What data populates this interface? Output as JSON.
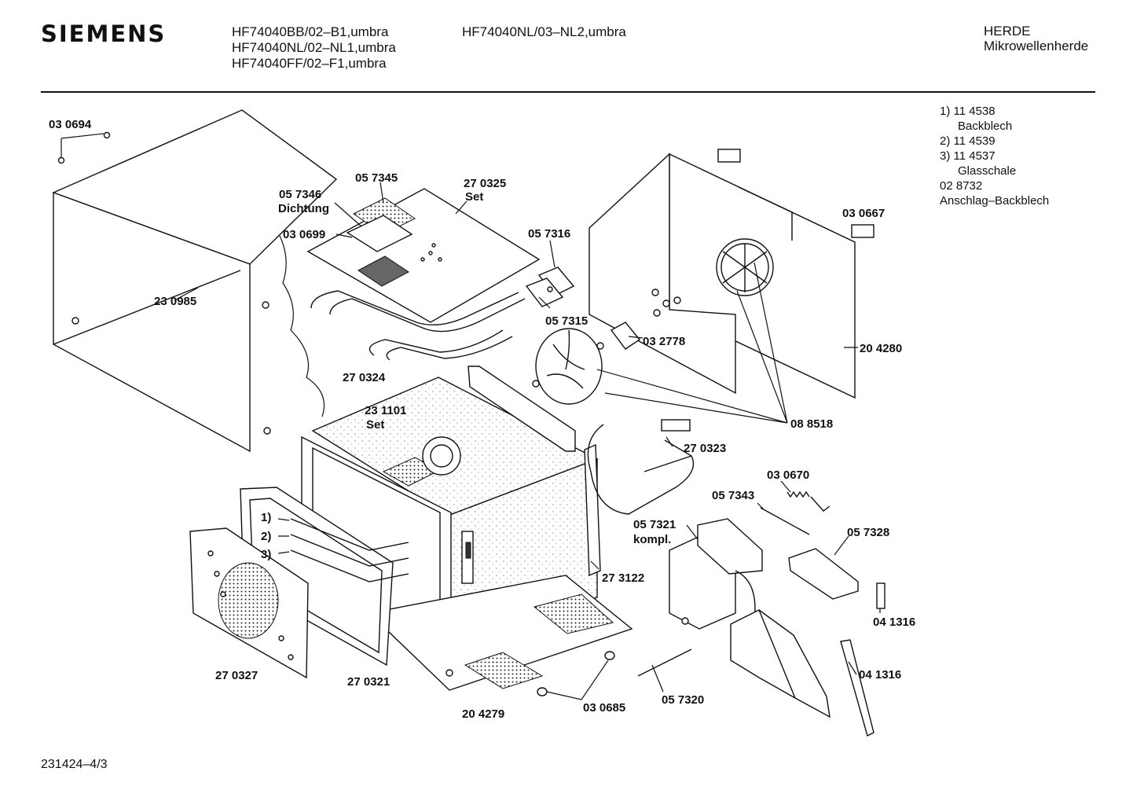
{
  "header": {
    "brand": "SIEMENS",
    "models_col1": [
      "HF74040BB/02–B1,umbra",
      "HF74040NL/02–NL1,umbra",
      "HF74040FF/02–F1,umbra"
    ],
    "models_col2": [
      "HF74040NL/03–NL2,umbra"
    ],
    "category": [
      "HERDE",
      "Mikrowellenherde"
    ]
  },
  "notes": [
    {
      "text": "1)  11 4538",
      "indent": false
    },
    {
      "text": "Backblech",
      "indent": true
    },
    {
      "text": "2)  11 4539",
      "indent": false
    },
    {
      "text": "3)  11 4537",
      "indent": false
    },
    {
      "text": "Glasschale",
      "indent": true
    },
    {
      "text": "02 8732",
      "indent": false
    },
    {
      "text": "Anschlag–Backblech",
      "indent": false
    }
  ],
  "labels": {
    "p030694": "03 0694",
    "p230985": "23 0985",
    "p057346": "05 7346",
    "dichtung": "Dichtung",
    "p030699": "03 0699",
    "p057345": "05 7345",
    "p270325": "27 0325",
    "set1": "Set",
    "p057316": "05 7316",
    "p057315": "05 7315",
    "p030667": "03 0667",
    "p032778": "03 2778",
    "p204280": "20 4280",
    "p270324": "27 0324",
    "p231101": "23 1101",
    "set2": "Set",
    "p088518": "08 8518",
    "p270323": "27 0323",
    "p030670": "03 0670",
    "p057343": "05 7343",
    "p057321": "05 7321",
    "kompl": "kompl.",
    "p057328": "05 7328",
    "r1": "1)",
    "r2": "2)",
    "r3": "3)",
    "p273122": "27 3122",
    "p041316a": "04 1316",
    "p041316b": "04 1316",
    "p270327": "27 0327",
    "p270321": "27 0321",
    "p204279": "20 4279",
    "p030685": "03 0685",
    "p057320": "05 7320"
  },
  "footer": "231424–4/3"
}
